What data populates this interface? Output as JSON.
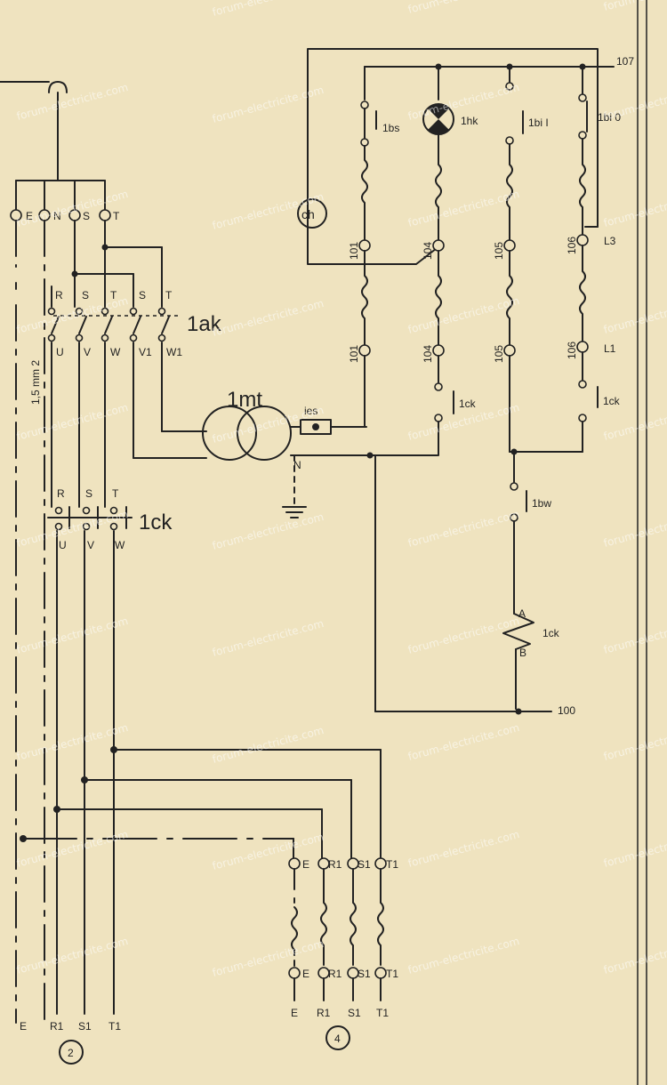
{
  "watermark": "forum-electricite.com",
  "motor": {
    "label": "1mt",
    "neutral": "N"
  },
  "contactors": {
    "main": "1ak",
    "secondary": "1ck",
    "aux_bottom": "1bw",
    "coil": "1ck"
  },
  "fuse_label": "ies",
  "clock_label": "ch",
  "cable_note": "1,5 mm 2",
  "top_terminals": [
    "E",
    "N",
    "S",
    "T"
  ],
  "ak_inputs": [
    "R",
    "S",
    "T",
    "S",
    "T"
  ],
  "ak_outputs": [
    "U",
    "V",
    "W",
    "V1",
    "W1"
  ],
  "ck_inputs": [
    "R",
    "S",
    "T"
  ],
  "ck_outputs": [
    "U",
    "V",
    "W"
  ],
  "control": {
    "bus_top": "107",
    "bus_bottom": "100",
    "switches": [
      "1bs",
      "1hk",
      "1bi I",
      "1bi 0"
    ],
    "row_upper": [
      "101",
      "104",
      "105",
      "106"
    ],
    "row_lower": [
      "101",
      "104",
      "105",
      "106"
    ],
    "phase_upper": "L3",
    "phase_lower": "L1",
    "ck_contacts": [
      "1ck",
      "1ck"
    ],
    "coil_points": [
      "A",
      "B"
    ]
  },
  "terminal_block": {
    "top": [
      "E",
      "R1",
      "S1",
      "T1"
    ],
    "bottom": [
      "E",
      "R1",
      "S1",
      "T1"
    ],
    "outputs": [
      "E",
      "R1",
      "S1",
      "T1"
    ],
    "number": "4"
  },
  "left_outputs": [
    "E",
    "R1",
    "S1",
    "T1"
  ],
  "left_number": "2"
}
